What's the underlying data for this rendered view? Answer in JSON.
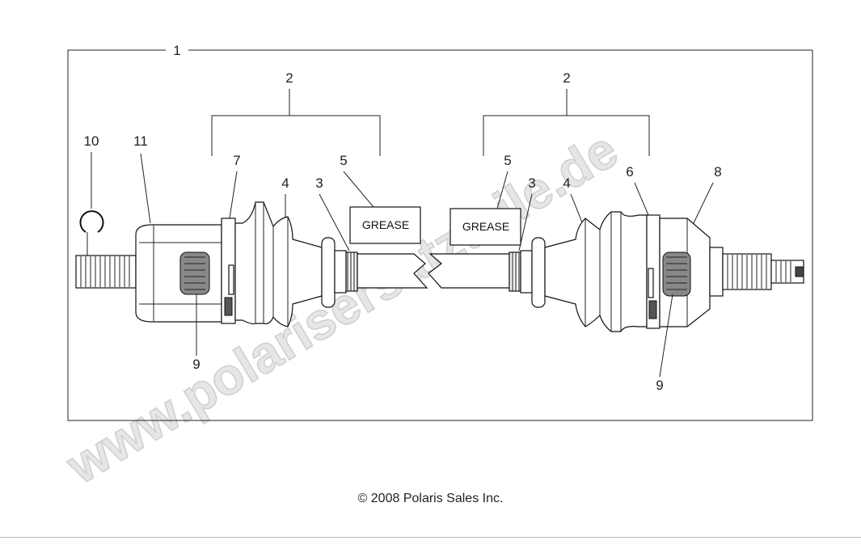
{
  "watermark": "www.polarisersatzteile.de",
  "callouts": {
    "c1": "1",
    "c2_left": "2",
    "c2_right": "2",
    "c3_left": "3",
    "c3_right": "3",
    "c4_left": "4",
    "c4_right": "4",
    "c5_left": "5",
    "c5_right": "5",
    "c6": "6",
    "c7": "7",
    "c8": "8",
    "c9_left": "9",
    "c9_right": "9",
    "c10": "10",
    "c11": "11"
  },
  "labels": {
    "grease_left": "GREASE",
    "grease_right": "GREASE"
  },
  "footer": {
    "copyright": "© 2008 Polaris Sales Inc."
  }
}
